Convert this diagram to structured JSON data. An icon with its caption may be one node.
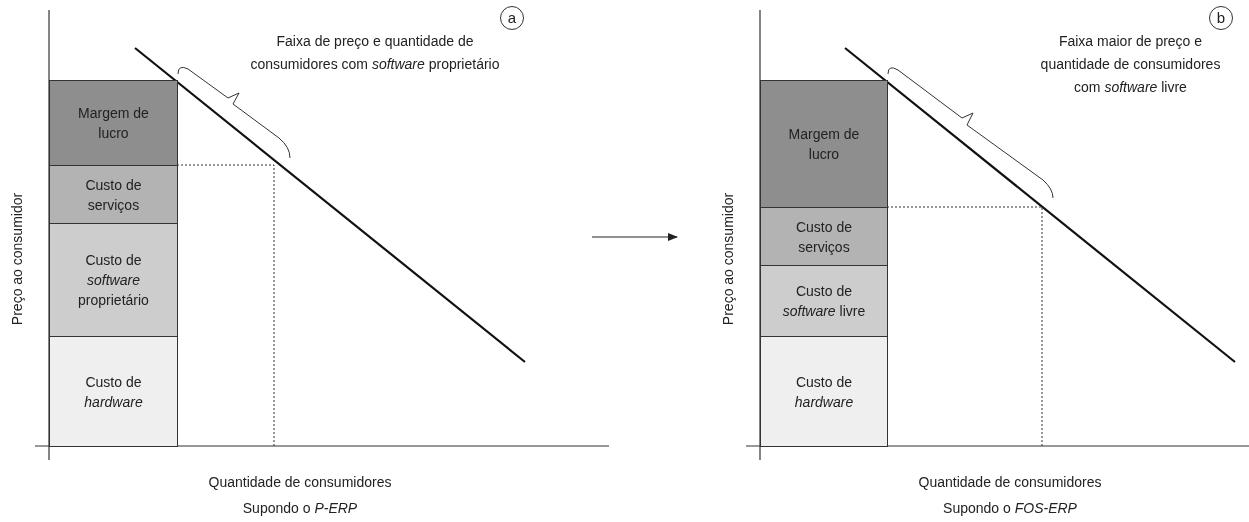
{
  "diagram": {
    "nodes": [
      {
        "text": [
          "a"
        ]
      },
      {
        "text": [
          "Margem de lucro"
        ]
      },
      {
        "text": [
          "Custo de serviços"
        ]
      },
      {
        "text": [
          "Custo de *software* proprietário"
        ]
      },
      {
        "text": [
          "Custo de *hardware*"
        ]
      },
      {
        "text": [
          "b"
        ]
      },
      {
        "text": [
          "Margem de lucro"
        ]
      },
      {
        "text": [
          "Custo de serviços"
        ]
      },
      {
        "text": [
          "Custo de *software* livre"
        ]
      },
      {
        "text": [
          "Custo de *hardware*"
        ]
      }
    ],
    "edges": [],
    "labels": [
      "Faixa de preço e quantidade de consumidores com *software* proprietário",
      "Preço ao consumidor",
      "Quantidade de consumidores",
      "Supondo o *P-ERP*",
      "Faixa maior de preço e quantidade de consumidores com *software* livre",
      "Preço ao consumidor",
      "Quantidade de consumidores",
      "Supondo o *FOS-ERP*"
    ]
  }
}
